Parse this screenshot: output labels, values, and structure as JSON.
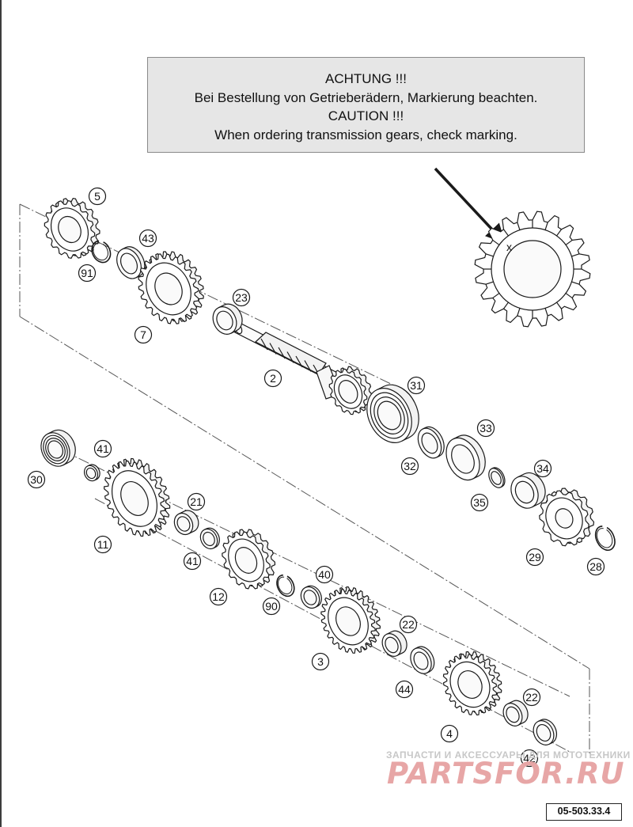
{
  "notice": {
    "lines": [
      "ACHTUNG !!!",
      "Bei Bestellung von Getrieberädern, Markierung beachten.",
      "CAUTION !!!",
      "When ordering transmission gears, check marking."
    ]
  },
  "callouts": [
    "5",
    "43",
    "91",
    "7",
    "23",
    "2",
    "31",
    "33",
    "32",
    "35",
    "34",
    "29",
    "28",
    "30",
    "41",
    "11",
    "21",
    "41",
    "12",
    "90",
    "40",
    "3",
    "22",
    "44",
    "4",
    "22",
    "42"
  ],
  "marking_symbol": "x",
  "watermark": {
    "small": "ЗАПЧАСТИ И АКСЕССУАРЫ ДЛЯ МОТОТЕХНИКИ",
    "big": "PARTSFOR.RU"
  },
  "diagram_code": "05-503.33.4",
  "colors": {
    "line": "#1a1a1a",
    "notice_bg": "#e6e6e6",
    "watermark_red": "#e7a6a6",
    "watermark_gray": "#c7c7c7"
  }
}
